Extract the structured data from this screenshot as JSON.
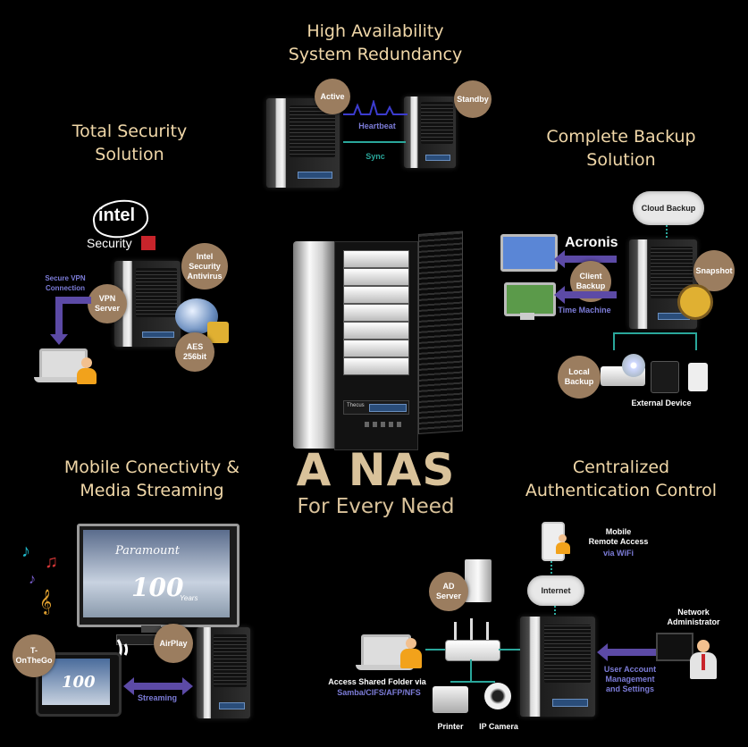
{
  "titles": {
    "ha": "High Availability\nSystem Redundancy",
    "security": "Total Security\nSolution",
    "backup": "Complete Backup\nSolution",
    "mobile": "Mobile Conectivity &\nMedia Streaming",
    "auth": "Centralized\nAuthentication Control",
    "main": "A NAS",
    "main_sub": "For Every Need"
  },
  "ha": {
    "active": "Active",
    "standby": "Standby",
    "heartbeat": "Heartbeat",
    "sync": "Sync"
  },
  "security": {
    "intel": "intel",
    "security_brand": "Security",
    "antivirus": "Intel\nSecurity\nAntivirus",
    "vpn_server": "VPN\nServer",
    "secure_vpn": "Secure VPN\nConnection",
    "aes": "AES\n256bit"
  },
  "backup": {
    "cloud": "Cloud Backup",
    "acronis": "Acronis",
    "client_backup": "Client\nBackup",
    "time_machine": "Time Machine",
    "snapshot": "Snapshot",
    "local_backup": "Local\nBackup",
    "external_device": "External Device"
  },
  "mobile": {
    "paramount": "Paramount",
    "hundred": "100",
    "years": "Years",
    "airplay": "AirPlay",
    "tonthego": "T-OnTheGo",
    "streaming": "Streaming"
  },
  "auth": {
    "mobile_remote": "Mobile\nRemote Access",
    "via_wifi": "via WiFi",
    "ad_server": "AD\nServer",
    "internet": "Internet",
    "network_admin": "Network\nAdministrator",
    "user_account": "User Account\nManagement\nand Settings",
    "access_shared": "Access Shared  Folder via",
    "protocols": "Samba/CIFS/AFP/NFS",
    "printer": "Printer",
    "ip_camera": "IP Camera"
  },
  "nas_brand": "Thecus",
  "colors": {
    "accent": "#9b7d5f",
    "title": "#f0d7a8",
    "arrow": "#5c4aa6",
    "label_blue": "#7c7cd8",
    "wave": "#3c3ccf"
  }
}
